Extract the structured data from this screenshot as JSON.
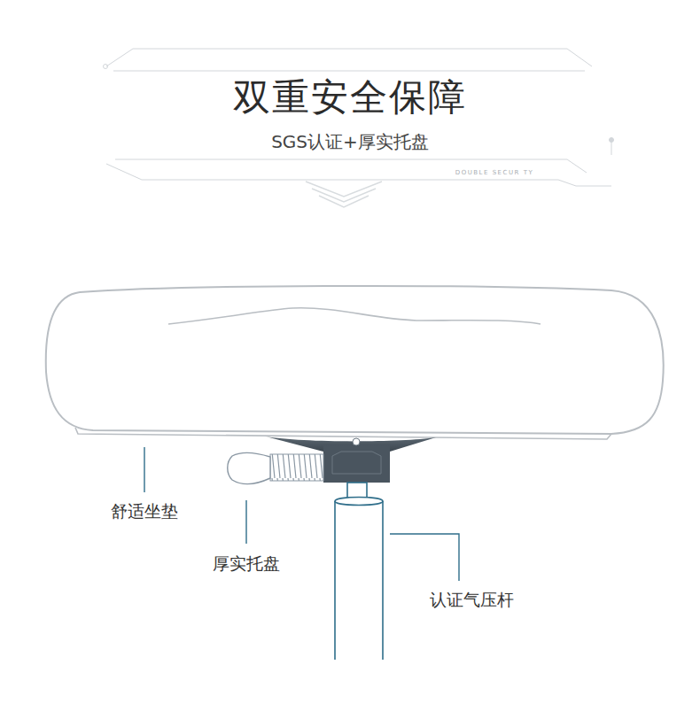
{
  "diagram": {
    "title": "双重安全保障",
    "labels": [
      "SGS认证+厚实托盘",
      "DOUBLE SECUR TY",
      "舒适坐垫",
      "厚实托盘",
      "认证气压杆"
    ]
  }
}
